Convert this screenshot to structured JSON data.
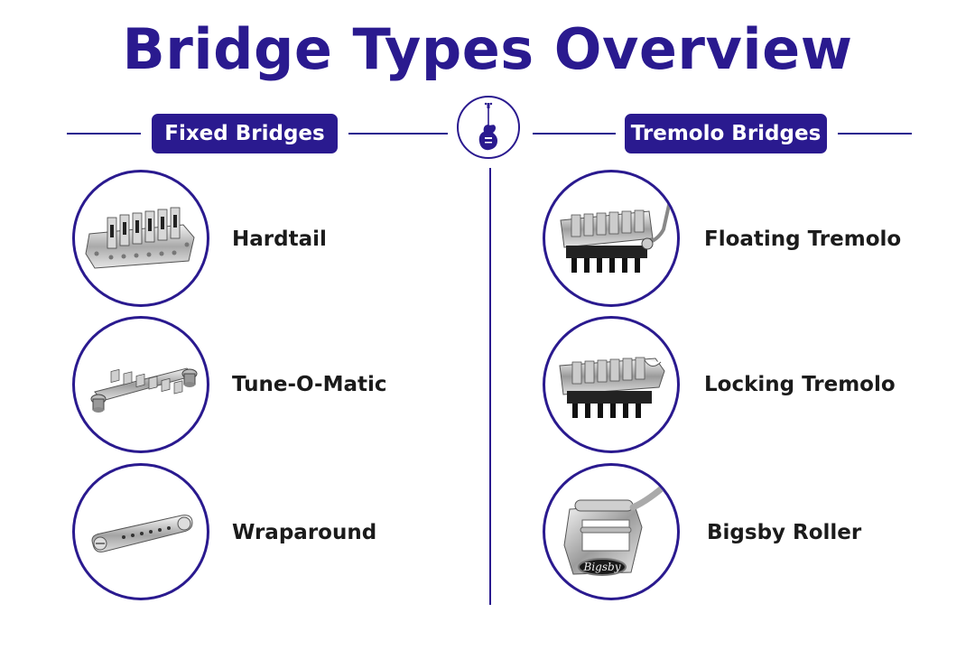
{
  "title": "Bridge Types Overview",
  "sections": {
    "fixed": {
      "heading": "Fixed Bridges",
      "items": [
        {
          "label": "Hardtail",
          "icon": "hardtail-bridge-icon"
        },
        {
          "label": "Tune-O-Matic",
          "icon": "tune-o-matic-bridge-icon"
        },
        {
          "label": "Wraparound",
          "icon": "wraparound-bridge-icon"
        }
      ]
    },
    "tremolo": {
      "heading": "Tremolo Bridges",
      "items": [
        {
          "label": "Floating Tremolo",
          "icon": "floating-tremolo-icon"
        },
        {
          "label": "Locking Tremolo",
          "icon": "locking-tremolo-icon"
        },
        {
          "label": "Bigsby Roller",
          "icon": "bigsby-roller-icon",
          "badge": "Bigsby"
        }
      ]
    }
  },
  "colors": {
    "accent": "#2a1a8f",
    "text": "#1b1b1b",
    "background": "#ffffff"
  }
}
